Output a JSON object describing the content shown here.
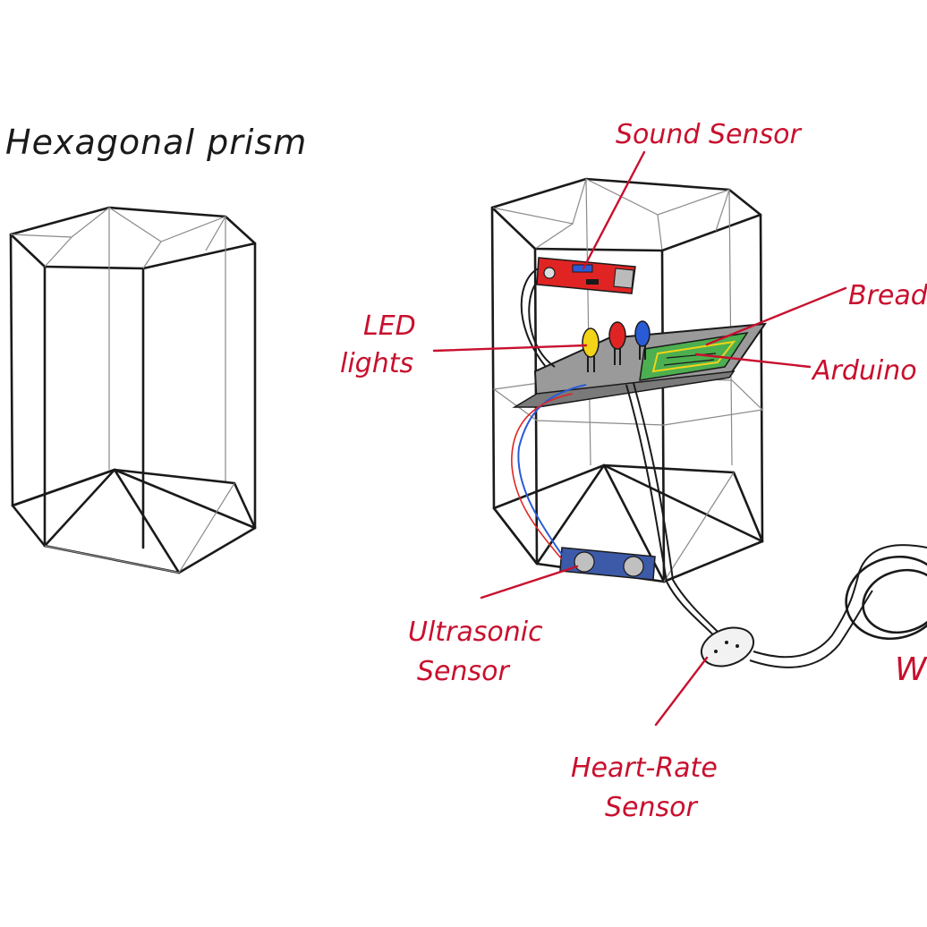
{
  "title": "Hexagonal prism",
  "labels": {
    "sound_sensor": "Sound Sensor",
    "breadboard": "Breadb",
    "led_line1": "LED",
    "led_line2": "lights",
    "arduino": "Arduino",
    "ultrasonic_line1": "Ultrasonic",
    "ultrasonic_line2": "Sensor",
    "heart_rate_line1": "Heart-Rate",
    "heart_rate_line2": "Sensor",
    "wristband_partial": "W"
  },
  "colors": {
    "label_red": "#c8102e",
    "outline": "#1a1a1a",
    "sound_sensor_board": "#e02424",
    "breadboard_green": "#4caf50",
    "led_yellow": "#f2d418",
    "led_red": "#e02424",
    "led_blue": "#2a5bd7",
    "wire_blue": "#2a5bd7",
    "wire_red": "#e02424",
    "ultrasonic_board": "#3d5aa8",
    "plate_gray": "#9a9a9a"
  },
  "icons": [
    "hexagonal-prism-wireframe",
    "sound-sensor-module",
    "led-light",
    "breadboard",
    "ultrasonic-sensor",
    "heart-rate-sensor",
    "wristband-loop"
  ]
}
